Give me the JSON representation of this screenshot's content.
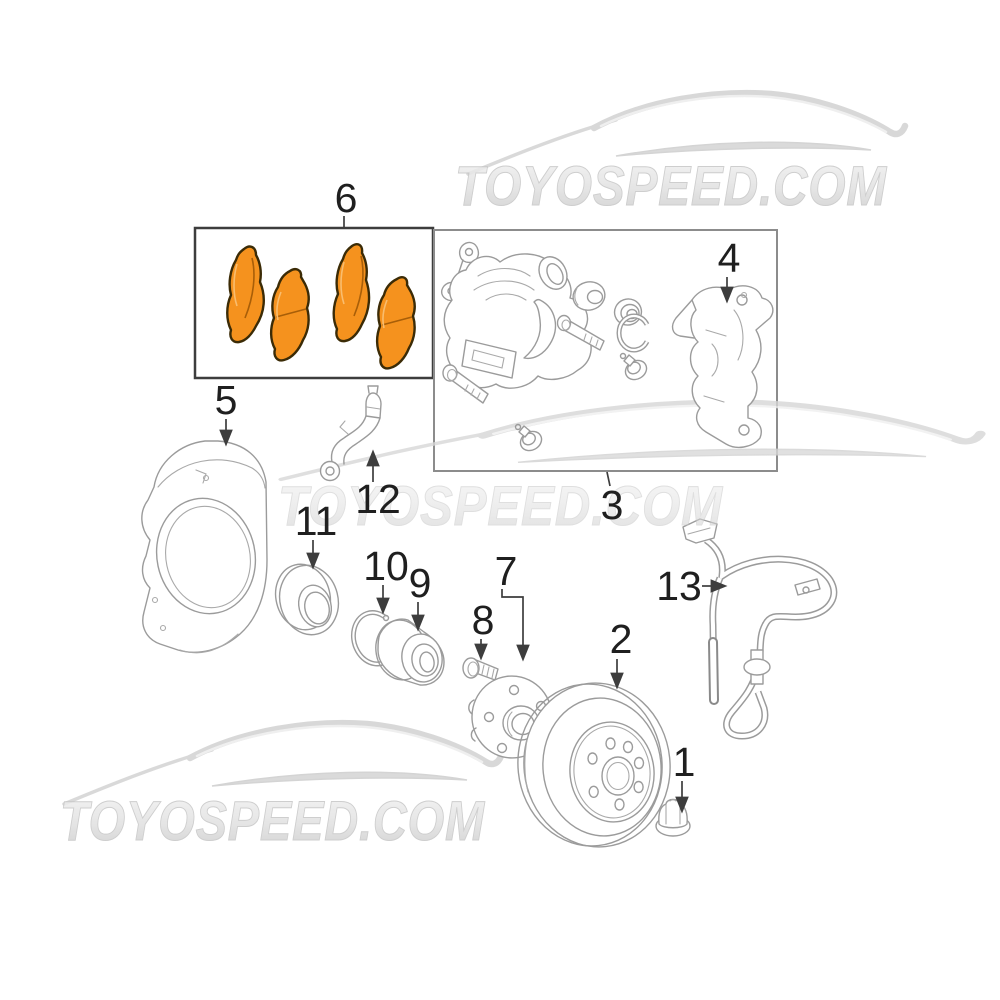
{
  "watermark": {
    "text": "TOYOSPEED.COM"
  },
  "diagram": {
    "highlight_color": "#F5921E",
    "line_color": "#9b9b9b",
    "callouts": [
      {
        "number": "1"
      },
      {
        "number": "2"
      },
      {
        "number": "3"
      },
      {
        "number": "4"
      },
      {
        "number": "5"
      },
      {
        "number": "6"
      },
      {
        "number": "7"
      },
      {
        "number": "8"
      },
      {
        "number": "9"
      },
      {
        "number": "10"
      },
      {
        "number": "11"
      },
      {
        "number": "12"
      },
      {
        "number": "13"
      }
    ]
  }
}
